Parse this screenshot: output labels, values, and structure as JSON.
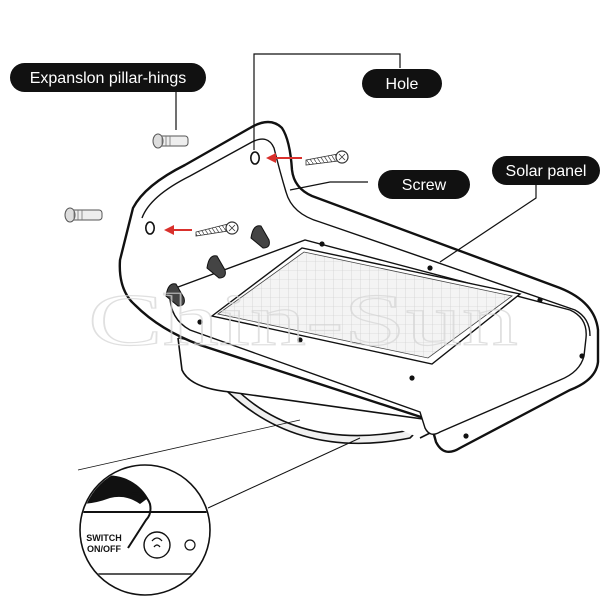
{
  "labels": {
    "expansion": "Expanslon pillar-hings",
    "hole": "Hole",
    "screw": "Screw",
    "solar_panel": "Solar panel"
  },
  "inset": {
    "switch_line1": "SWITCH",
    "switch_line2": "ON/OFF"
  },
  "watermark": "Chin-Sun",
  "colors": {
    "arrow": "#d9302c",
    "pill": "#111111",
    "line": "#111111"
  }
}
